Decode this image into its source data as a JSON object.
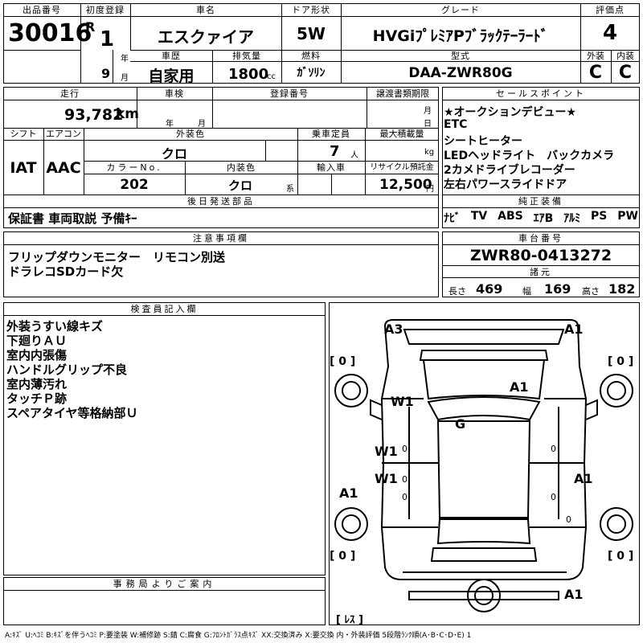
{
  "header": {
    "lot_label": "出品番号",
    "lot_no": "30016",
    "first_reg_label": "初度登録",
    "era": "R",
    "reg_year": "1",
    "year_unit": "年",
    "reg_month": "9",
    "month_unit": "月",
    "model_label": "車名",
    "model": "エスクァイア",
    "door_label": "ドア形状",
    "door": "5W",
    "grade_label": "グレード",
    "grade": "HVGiﾌﾟﾚﾐｱPﾌﾞﾗｯｸﾃｰﾗｰﾄﾞ",
    "score_label": "評価点",
    "score": "4",
    "history_label": "車歴",
    "history": "自家用",
    "disp_label": "排気量",
    "disp": "1800",
    "disp_unit": "cc",
    "fuel_label": "燃料",
    "fuel": "ｶﾞｿﾘﾝ",
    "type_label": "型式",
    "type": "DAA-ZWR80G",
    "ext_label": "外装",
    "ext": "C",
    "int_label": "内装",
    "int": "C"
  },
  "info": {
    "mileage_label": "走行",
    "mileage": "93,782",
    "mileage_unit": "km",
    "inspection_label": "車検",
    "insp_year_unit": "年",
    "insp_month_unit": "月",
    "regno_label": "登録番号",
    "transfer_label": "譲渡書類期限",
    "transfer_month_unit": "月",
    "transfer_day_unit": "日",
    "shift_label": "シフト",
    "shift": "IAT",
    "ac_label": "エアコン",
    "ac": "AAC",
    "color_label": "外装色",
    "color": "クロ",
    "capacity_label": "乗車定員",
    "capacity": "7",
    "capacity_unit": "人",
    "load_label": "最大積載量",
    "load_unit": "kg",
    "colorno_label": "カラーNo.",
    "colorno": "202",
    "intcolor_label": "内装色",
    "intcolor": "クロ",
    "intcolor_unit": "系",
    "import_label": "輸入車",
    "recycle_label": "リサイクル預託金",
    "recycle": "12,500",
    "recycle_unit": "円"
  },
  "sales": {
    "label": "セールスポイント",
    "lines": [
      "★オークションデビュー★",
      "ETC",
      "シートヒーター",
      "LEDヘッドライト　バックカメラ",
      "2カメドライブレコーダー",
      "左右パワースライドドア"
    ]
  },
  "later_parts": {
    "label": "後日発送部品",
    "value": "保証書 車両取説 予備ｷｰ"
  },
  "equipment": {
    "label": "純正装備",
    "items": [
      "ﾅﾋﾞ",
      "TV",
      "ABS",
      "ｴｱB",
      "ｱﾙﾐ",
      "PS",
      "PW"
    ]
  },
  "notes": {
    "label": "注意事項欄",
    "lines": [
      "フリップダウンモニター　リモコン別送",
      "ドラレコSDカード欠"
    ]
  },
  "chassis": {
    "label": "車台番号",
    "value": "ZWR80-0413272",
    "dims_label": "諸元",
    "len_label": "長さ",
    "len": "469",
    "wid_label": "幅",
    "wid": "169",
    "hei_label": "高さ",
    "hei": "182"
  },
  "inspector": {
    "label": "検査員記入欄",
    "lines": [
      "外装うすい線キズ",
      "下廻りＡＵ",
      "室内内張傷",
      "ハンドルグリップ不良",
      "室内薄汚れ",
      "タッチＰ跡",
      "スペアタイヤ等格納部Ｕ"
    ]
  },
  "office": {
    "label": "事務局よりご案内"
  },
  "diagram": {
    "marks": {
      "a3": "A3",
      "a1_front_right": "A1",
      "a1_roof": "A1",
      "w1_hood": "W1",
      "g": "G",
      "w1_left_front": "W1",
      "w1_left_rear": "W1",
      "a1_left": "A1",
      "a1_right": "A1",
      "a1_rear": "A1"
    },
    "tire_counts": {
      "front_left": "0",
      "front_right": "0",
      "rear_left": "0",
      "rear_right": "0",
      "spare": "ﾚｽ"
    },
    "small_zero": "0"
  },
  "legend": "A:ｷｽﾞ  U:ﾍｺﾐ  B:ｷｽﾞを伴うﾍｺﾐ  P:要塗装  W:補修跡  S:錆  C:腐食  G:ﾌﾛﾝﾄｶﾞﾗｽ点ｷｽﾞ  XX:交換済み  X:要交換  内・外装評価  5段階ﾗﾝｸ順(A･B･C･D･E) 1"
}
